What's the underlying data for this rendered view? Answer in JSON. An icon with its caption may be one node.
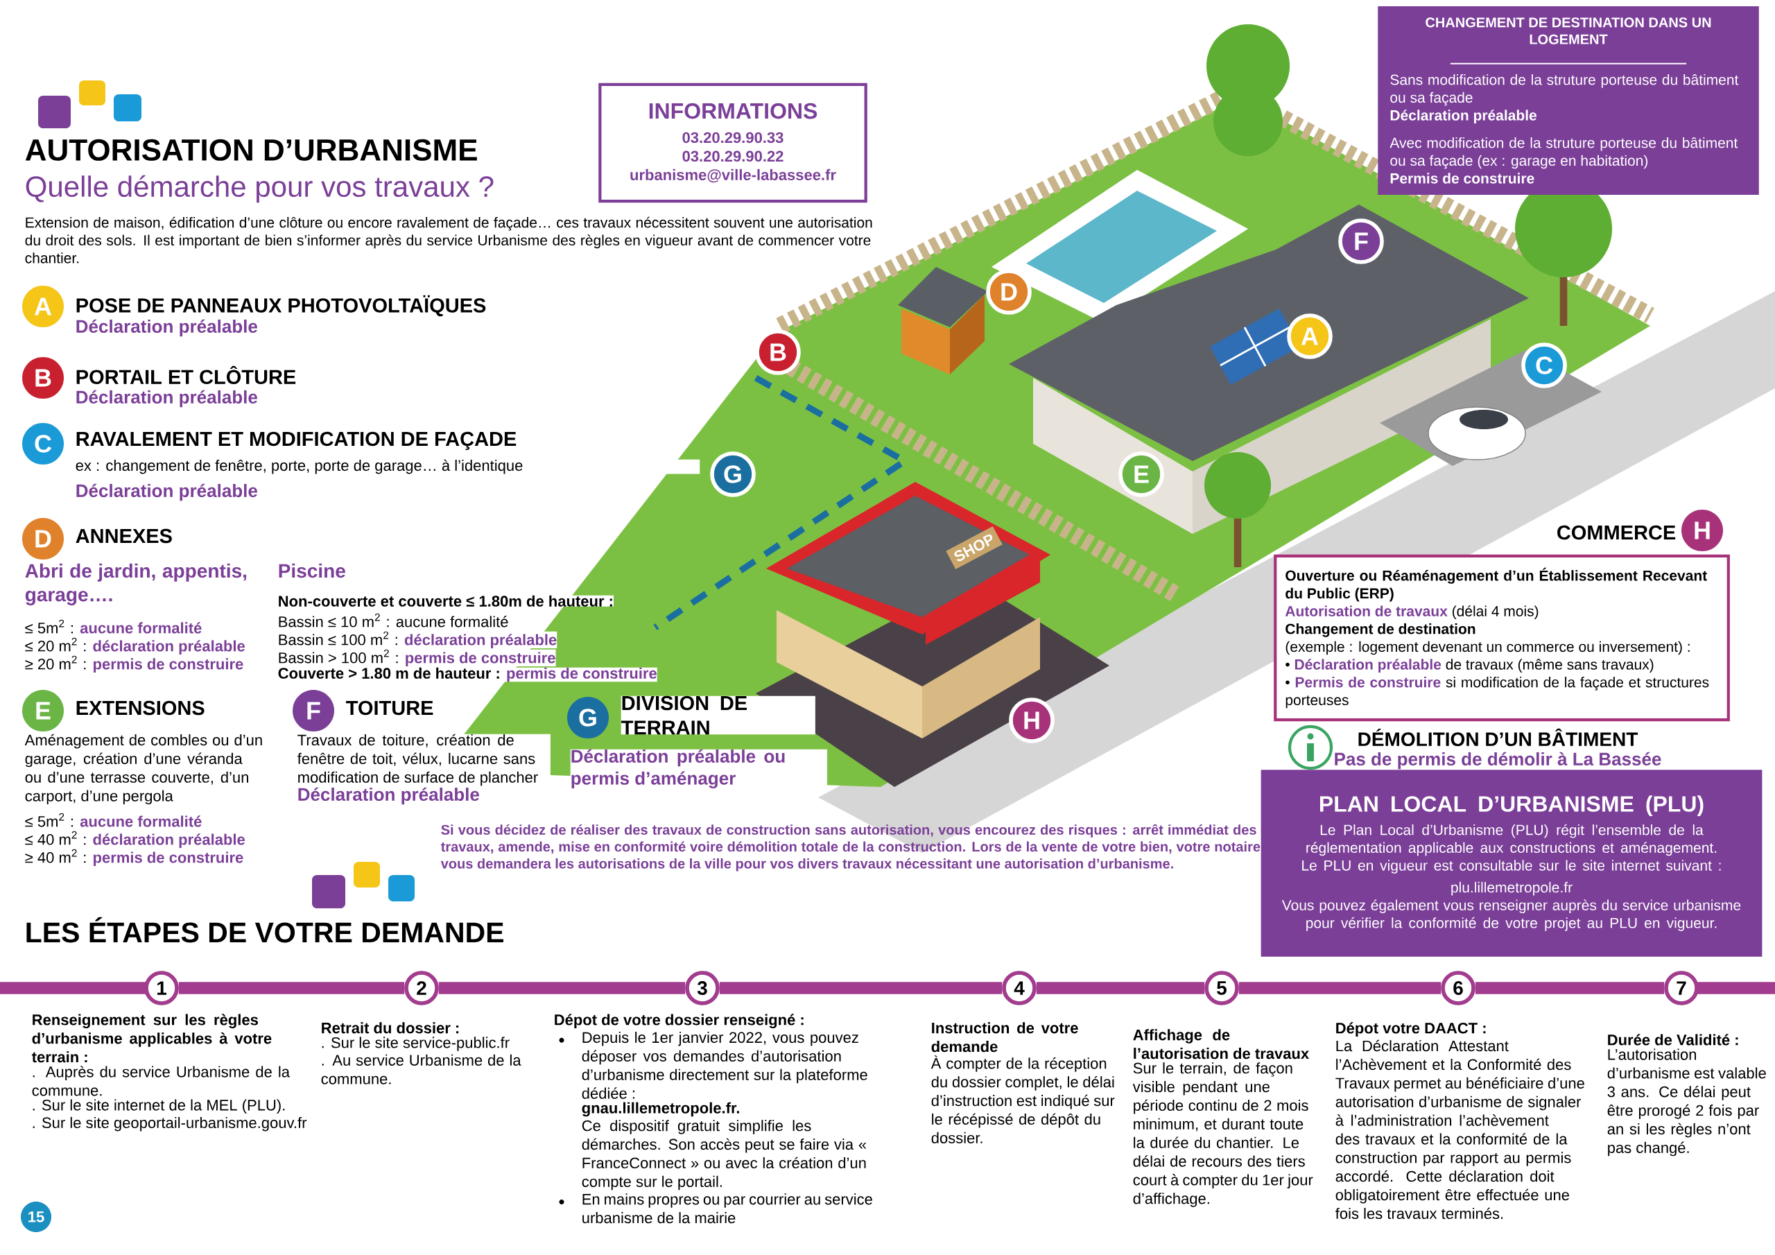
{
  "diagram": {
    "title": "AUTORISATION D’URBANISME",
    "nodes": [
      {
        "text": [
          "A"
        ],
        "beside": [
          "POSE DE PANNEAUX PHOTOVOLTAÏQUES",
          "Déclaration préalable"
        ]
      },
      {
        "text": [
          "B"
        ],
        "beside": [
          "PORTAIL ET CLÔTURE",
          "Déclaration préalable"
        ]
      },
      {
        "text": [
          "C"
        ],
        "beside": [
          "RAVALEMENT ET MODIFICATION DE FAÇADE",
          "ex : changement de fenêtre, porte, porte de garage… à l’identique",
          "Déclaration préalable"
        ]
      },
      {
        "text": [
          "D"
        ],
        "beside": [
          "ANNEXES",
          "Abri de jardin, appentis, garage….",
          "≤ 5m$^{2}$ : **aucune formalité**",
          "≤ 20 m$^{2}$ : **déclaration préalable**",
          "≥ 20 m$^{2}$ : **permis de construire**",
          "Piscine",
          "Non-couverte et couverte ≤ 1.80m de hauteur :",
          "Bassin ≤ 10 m$^{2}$ : aucune formalité",
          "Bassin ≤ 100 m$^{2}$ : **déclaration préalable**",
          "Bassin > 100 m$^{2}$ : **permis de construire**",
          "Couverte > 1.80 m de hauteur : **permis de construire**"
        ]
      },
      {
        "text": [
          "E"
        ],
        "beside": [
          "EXTENSIONS",
          "Aménagement de combles ou d’un garage, création d’une véranda ou d’une terrasse couverte, d’un carport, d’une pergola",
          "≤ 5m$^{2}$ : **aucune formalité**",
          "≤ 40 m$^{2}$ : **déclaration préalable**",
          "≥ 40 m$^{2}$ : **permis de construire**"
        ]
      },
      {
        "text": [
          "F"
        ],
        "beside": [
          "TOITURE",
          "Travaux de toiture, création de fenêtre de toit, vélux, lucarne sans modification de surface de plancher",
          "Déclaration préalable"
        ]
      },
      {
        "text": [
          "G"
        ],
        "beside": [
          "DIVISION DE TERRAIN",
          "Déclaration préalable ou permis d’aménager"
        ]
      },
      {
        "text": [
          "INFORMATIONS",
          "03.20.29.90.33",
          "03.20.29.90.22",
          "urbanisme@ville-labassee.fr"
        ]
      },
      {
        "text": [
          "CHANGEMENT DE DESTINATION DANS UN LOGEMENT",
          "Sans modification de la struture porteuse du bâtiment ou sa façade",
          "Déclaration préalable",
          "Avec modification de la struture porteuse du bâtiment ou sa façade (ex : garage en habitation)",
          "Permis de construire"
        ]
      },
      {
        "text": [
          "F"
        ]
      },
      {
        "text": [
          "D"
        ]
      },
      {
        "text": [
          "A"
        ]
      },
      {
        "text": [
          "B"
        ]
      },
      {
        "text": [
          "C"
        ]
      },
      {
        "text": [
          "G"
        ]
      },
      {
        "text": [
          "E"
        ]
      },
      {
        "text": [
          "H"
        ]
      },
      {
        "text": [
          "H"
        ],
        "beside": [
          "COMMERCE"
        ]
      },
      {
        "text": [
          "Ouverture ou Réaménagement d’un Établissement Recevant du Public (ERP)",
          "**Autorisation de travaux** (délai 4 mois)",
          "Changement de destination",
          "(exemple : logement devenant un commerce ou inversement) :",
          "• **Déclaration préalable** de travaux (même sans travaux)",
          "• **Permis de construire** si modification de la façade et structures porteuses"
        ]
      },
      {
        "text": [
          "PLAN LOCAL D’URBANISME (PLU)",
          "Le Plan Local d’Urbanisme (PLU) régit l’ensemble de la réglementation applicable aux constructions et aménagement. Le PLU en vigueur est consultable sur le site internet suivant :",
          "plu.lillemetropole.fr",
          "Vous pouvez également vous renseigner auprès du service urbanisme pour vérifier la conformité de votre projet au PLU en vigueur."
        ]
      },
      {
        "text": [
          "1"
        ],
        "beside": [
          "Renseignement sur les règles d’urbanisme applicables à votre terrain :",
          ". Auprès du service Urbanisme de la commune.",
          ". Sur le site internet de la MEL (PLU).",
          ". Sur le site geoportail-urbanisme.gouv.fr"
        ]
      },
      {
        "text": [
          "2"
        ],
        "beside": [
          "Retrait du dossier :",
          ". Sur le site service-public.fr",
          ". Au service Urbanisme de la commune."
        ]
      },
      {
        "text": [
          "3"
        ],
        "beside": [
          "Dépot de votre dossier renseigné :",
          "Depuis le 1er janvier 2022, vous pouvez déposer vos demandes d’autorisation d’urbanisme directement sur la plateforme dédiée :",
          "gnau.lillemetropole.fr.",
          "Ce dispositif gratuit simplifie les démarches. Son accès peut se faire via « FranceConnect » ou avec la création d’un compte sur le portail.",
          "En mains propres ou par courrier au service urbanisme de la mairie"
        ]
      },
      {
        "text": [
          "4"
        ],
        "beside": [
          "Instruction de votre demande",
          "À compter de la réception du dossier complet, le délai d’instruction est indiqué sur le récépissé de dépôt du dossier."
        ]
      },
      {
        "text": [
          "5"
        ],
        "beside": [
          "Affichage de l’autorisation de travaux",
          "Sur le terrain, de façon visible pendant une période continu de 2 mois minimum, et durant toute la durée du chantier. Le délai de recours des tiers court à compter du 1er jour d’affichage."
        ]
      },
      {
        "text": [
          "6"
        ],
        "beside": [
          "Dépot votre DAACT :",
          "La Déclaration Attestant l’Achèvement et la Conformité des Travaux permet au bénéficiaire d’une autorisation d’urbanisme de signaler à l’administration l’achèvement des travaux et la conformité de la construction par rapport au permis accordé. Cette déclaration doit obligatoirement être effectuée une fois les travaux terminés."
        ]
      },
      {
        "text": [
          "7"
        ],
        "beside": [
          "Durée de Validité :",
          "L’autorisation d’urbanisme est valable 3 ans. Ce délai peut être prorogé 2 fois par an si les règles n’ont pas changé."
        ]
      },
      {
        "text": [
          "15"
        ]
      }
    ],
    "edges": [
      {
        "from": 20,
        "to": 21,
        "arrow": "none"
      },
      {
        "from": 21,
        "to": 22,
        "arrow": "none"
      },
      {
        "from": 22,
        "to": 23,
        "arrow": "none"
      },
      {
        "from": 23,
        "to": 24,
        "arrow": "none"
      },
      {
        "from": 24,
        "to": 25,
        "arrow": "none"
      },
      {
        "from": 25,
        "to": 26,
        "arrow": "none"
      }
    ],
    "labels": [
      "Quelle démarche pour vos travaux ?",
      "Extension de maison, édification d’une clôture ou encore ravalement de façade… ces travaux nécessitent souvent une autorisation du droit des sols. Il est important de bien s’informer après du service Urbanisme des règles en vigueur avant de commencer votre chantier.",
      "Si vous décidez de réaliser des travaux de construction sans autorisation, vous encourez des risques : arrêt immédiat des travaux, amende, mise en conformité voire démolition totale de la construction. Lors de la vente de votre bien, votre notaire vous demandera les autorisations de la ville pour vos divers travaux nécessitant une autorisation d’urbanisme.",
      "LES ÉTAPES DE VOTRE DEMANDE",
      "DÉMOLITION D’UN BÂTIMENT",
      "Pas de permis de démolir à La Bassée",
      "SHOP"
    ]
  }
}
